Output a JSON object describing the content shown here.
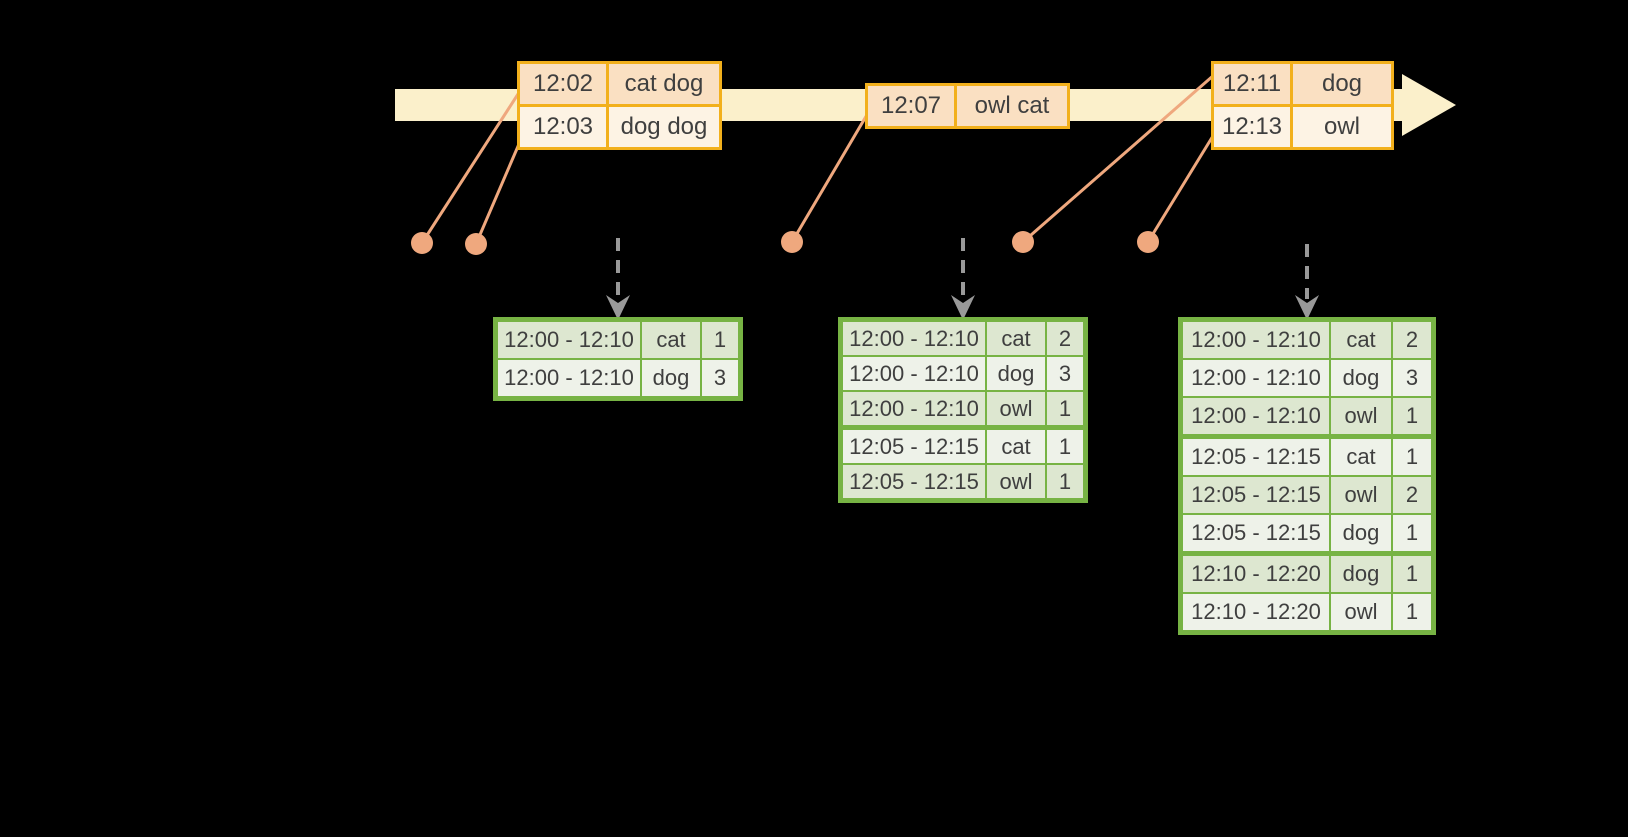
{
  "colors": {
    "background": "#000000",
    "timeline": "#FBF0CB",
    "event_border": "#F2B01C",
    "event_row_dark": "#FAE0C2",
    "event_row_light": "#FDF3E4",
    "connector": "#EFA87E",
    "trigger_arrow": "#999999",
    "result_border": "#77B344",
    "result_row_dark": "#DDE7D0",
    "result_row_light": "#EEF2E9",
    "text": "#3F3F3F"
  },
  "event_tables": [
    {
      "name": "event-batch-1-table",
      "rows": [
        {
          "time": "12:02",
          "words": "cat dog"
        },
        {
          "time": "12:03",
          "words": "dog dog"
        }
      ]
    },
    {
      "name": "event-batch-2-table",
      "rows": [
        {
          "time": "12:07",
          "words": "owl cat"
        }
      ]
    },
    {
      "name": "event-batch-3-table",
      "rows": [
        {
          "time": "12:11",
          "words": "dog"
        },
        {
          "time": "12:13",
          "words": "owl"
        }
      ]
    }
  ],
  "result_tables": [
    {
      "name": "result-table-1",
      "group_breaks": [],
      "rows": [
        {
          "window": "12:00 - 12:10",
          "word": "cat",
          "count": "1"
        },
        {
          "window": "12:00 - 12:10",
          "word": "dog",
          "count": "3"
        }
      ]
    },
    {
      "name": "result-table-2",
      "group_breaks": [
        3
      ],
      "rows": [
        {
          "window": "12:00 - 12:10",
          "word": "cat",
          "count": "2"
        },
        {
          "window": "12:00 - 12:10",
          "word": "dog",
          "count": "3"
        },
        {
          "window": "12:00 - 12:10",
          "word": "owl",
          "count": "1"
        },
        {
          "window": "12:05 - 12:15",
          "word": "cat",
          "count": "1"
        },
        {
          "window": "12:05 - 12:15",
          "word": "owl",
          "count": "1"
        }
      ]
    },
    {
      "name": "result-table-3",
      "group_breaks": [
        3,
        6
      ],
      "rows": [
        {
          "window": "12:00 - 12:10",
          "word": "cat",
          "count": "2"
        },
        {
          "window": "12:00 - 12:10",
          "word": "dog",
          "count": "3"
        },
        {
          "window": "12:00 - 12:10",
          "word": "owl",
          "count": "1"
        },
        {
          "window": "12:05 - 12:15",
          "word": "cat",
          "count": "1"
        },
        {
          "window": "12:05 - 12:15",
          "word": "owl",
          "count": "2"
        },
        {
          "window": "12:05 - 12:15",
          "word": "dog",
          "count": "1"
        },
        {
          "window": "12:10 - 12:20",
          "word": "dog",
          "count": "1"
        },
        {
          "window": "12:10 - 12:20",
          "word": "owl",
          "count": "1"
        }
      ]
    }
  ]
}
